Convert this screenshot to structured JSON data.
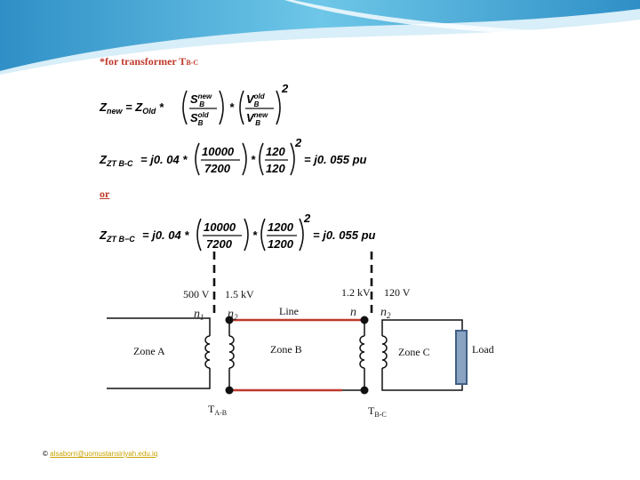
{
  "heading": {
    "prefix": "*for transformer T",
    "subscript": "B-C"
  },
  "equations": {
    "eq1": {
      "lhs": "Znew",
      "rhs": "ZOld",
      "text": "Z_new = Z_Old * (S_B^new / S_B^old) * (V_B^old / V_B^new)^2"
    },
    "eq2": {
      "lhs": "ZT B-C",
      "n1": "10000",
      "d1": "7200",
      "n2": "120",
      "d2": "120",
      "result": "= j0. 055 pu",
      "coef": "= j0. 04 *"
    },
    "or_label": "or",
    "eq3": {
      "lhs": "ZT B−C",
      "n1": "10000",
      "d1": "7200",
      "n2": "1200",
      "d2": "1200",
      "result": "= j0. 055 pu",
      "coef": "= j0. 04 *"
    }
  },
  "diagram": {
    "v_500": "500 V",
    "v_15kv": "1.5 kV",
    "v_12kv": "1.2 kV",
    "v_120": "120 V",
    "n1_left": "n",
    "n1_left_sub": "1",
    "n2_left": "n",
    "n2_left_sub": "2",
    "n_right": "n",
    "n2_right": "n",
    "n2_right_sub": "2",
    "line_label": "Line",
    "zone_a": "Zone A",
    "zone_b": "Zone B",
    "zone_c": "Zone C",
    "load_label": "Load",
    "t_ab": "T",
    "t_ab_sub": "A-B",
    "t_bc": "T",
    "t_bc_sub": "B-C",
    "colors": {
      "line": "#c0392b",
      "load_fill": "#8aa3c2",
      "load_stroke": "#3f5f85",
      "wire": "#111111"
    }
  },
  "footer": {
    "symbol": "©",
    "email": "alsaborri@uomustansiriyah.edu.iq"
  }
}
